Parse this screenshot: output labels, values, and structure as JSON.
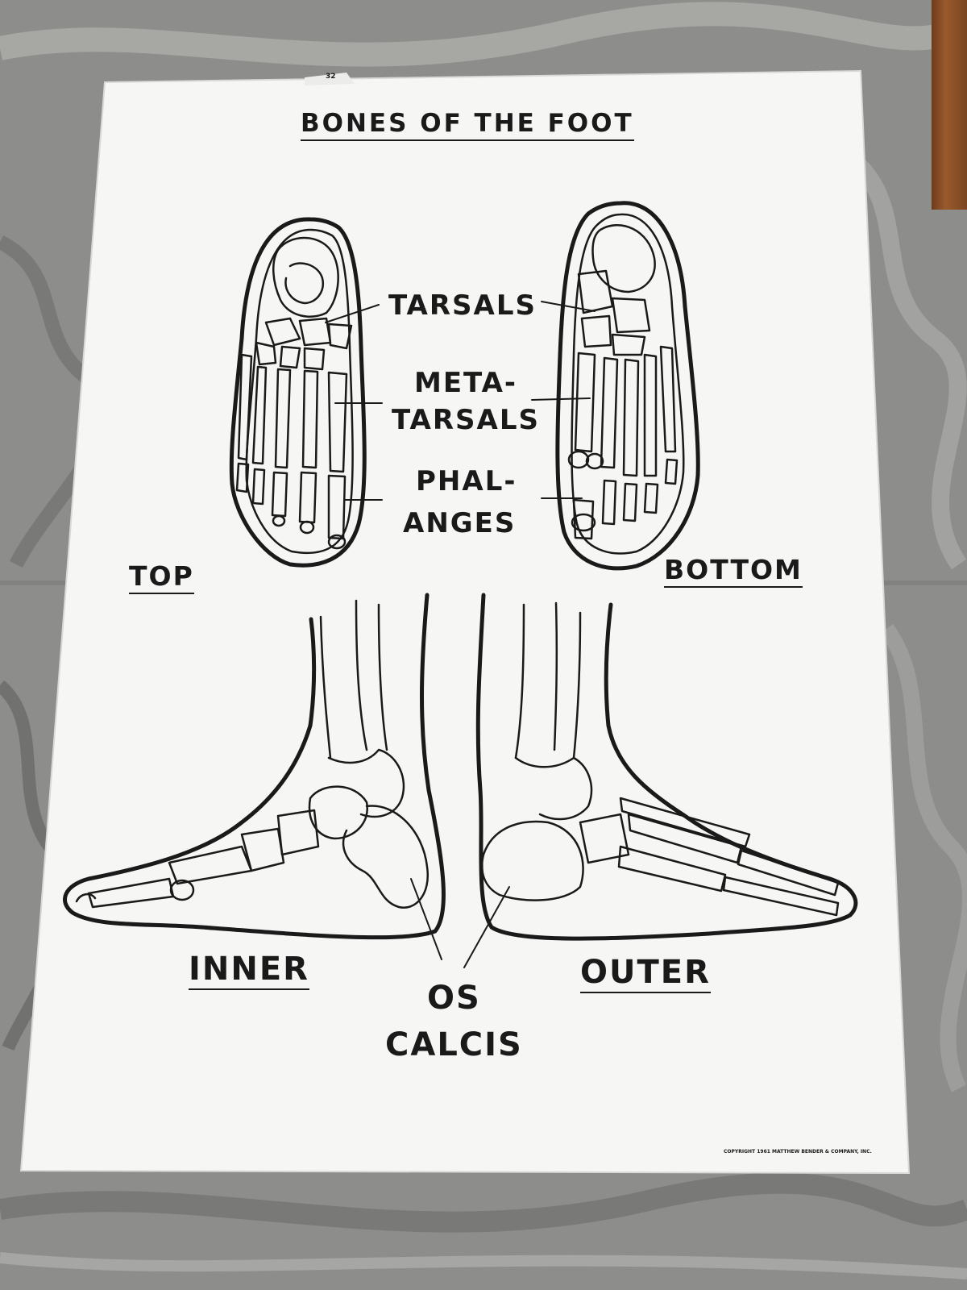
{
  "tab_number": "32",
  "title": "BONES OF THE FOOT",
  "labels": {
    "tarsals": "TARSALS",
    "metatarsals_line1": "META-",
    "metatarsals_line2": "TARSALS",
    "phalanges_line1": "PHAL-",
    "phalanges_line2": "ANGES",
    "top": "TOP",
    "bottom": "BOTTOM",
    "inner": "INNER",
    "outer": "OUTER",
    "os_calcis_line1": "OS",
    "os_calcis_line2": "CALCIS"
  },
  "copyright": "COPYRIGHT 1961 MATTHEW BENDER & COMPANY, INC.",
  "colors": {
    "ink": "#1a1a1a",
    "paper": "#f6f6f4",
    "marble": "#8f8f8d",
    "wood": "#8a4f27"
  }
}
